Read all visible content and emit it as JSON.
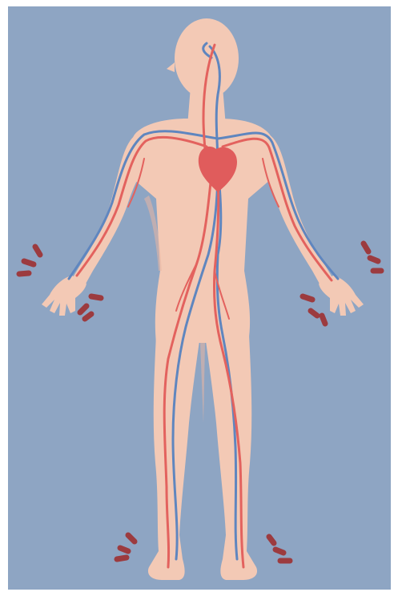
{
  "illustration": {
    "subject": "",
    "colors": {
      "background": "#8ea5c3",
      "skin": "#f3c9b5",
      "skin_shade": "#e9b6a2",
      "artery": "#e3625e",
      "vein": "#5f86bf",
      "heart": "#e05c5c",
      "motion_marks": "#9c3b3f"
    },
    "icons": [
      "human-body-silhouette",
      "heart-icon",
      "arteries",
      "veins",
      "motion-mark-icon"
    ]
  }
}
